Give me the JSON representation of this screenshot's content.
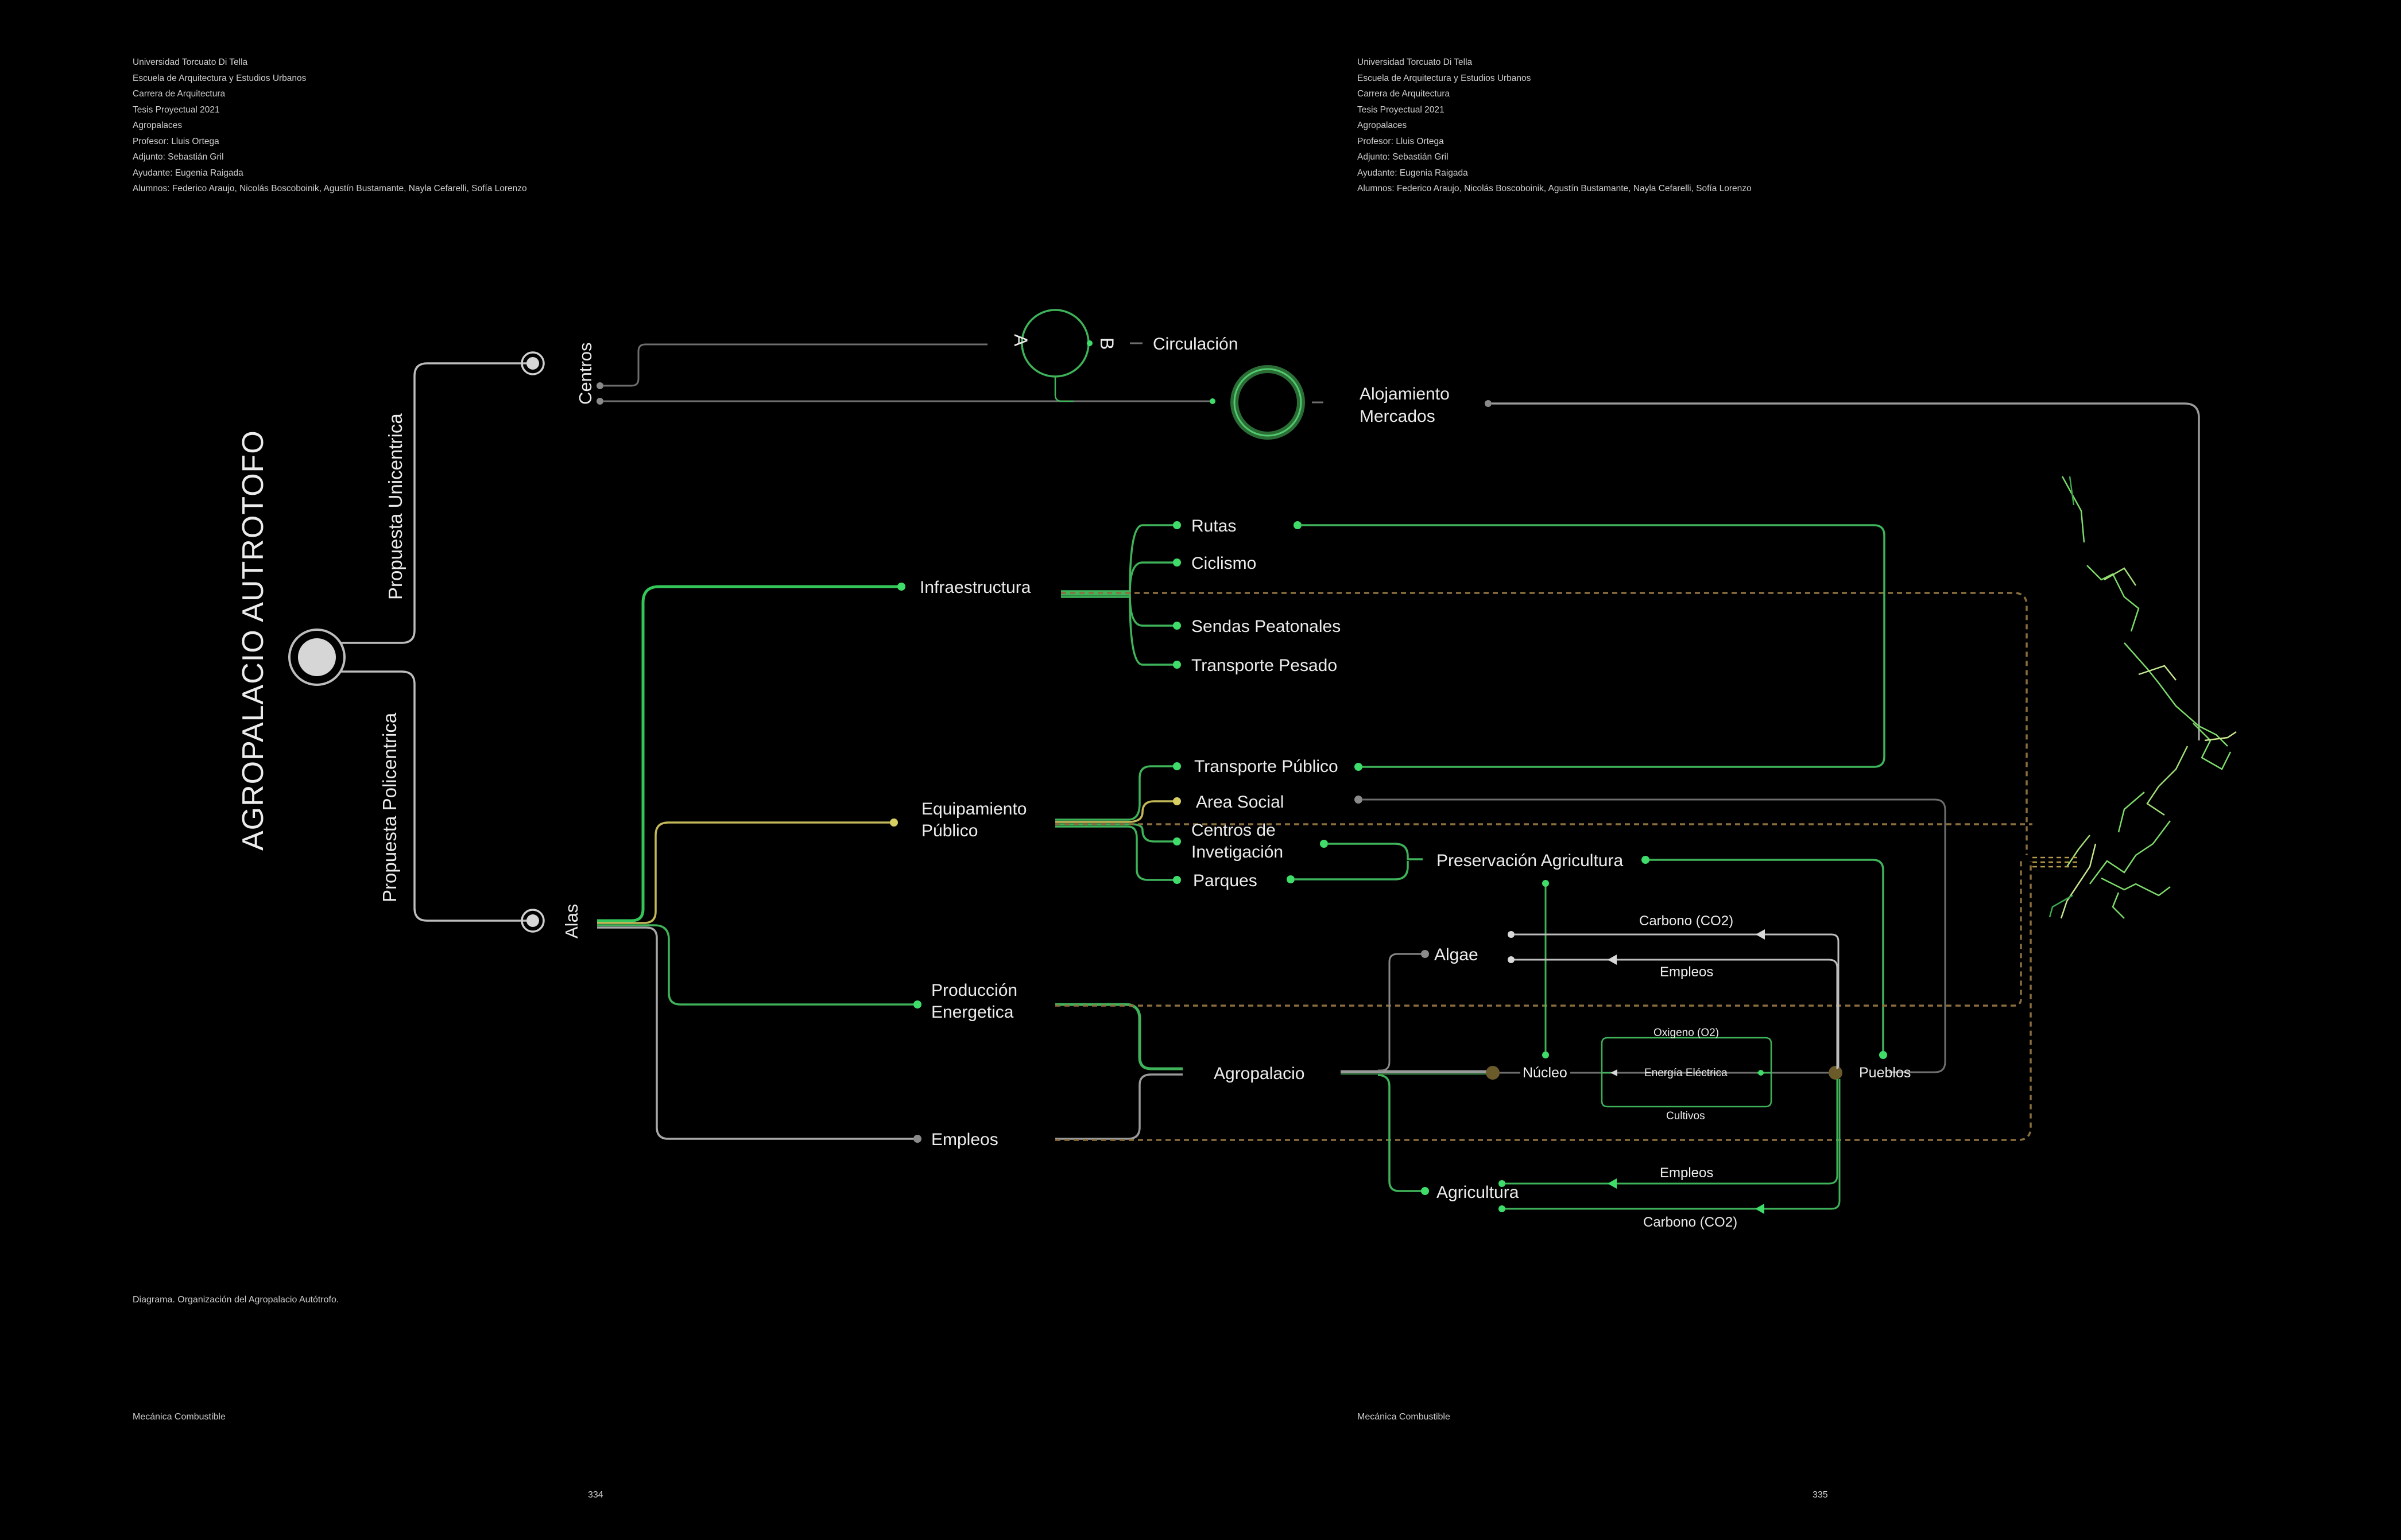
{
  "header_left": {
    "lines": [
      "Universidad Torcuato Di Tella",
      "Escuela de Arquitectura y Estudios Urbanos",
      "Carrera de Arquitectura",
      "Tesis Proyectual 2021",
      "Agropalaces",
      "Profesor: Lluis Ortega",
      "Adjunto: Sebastián Gril",
      "Ayudante: Eugenia Raigada",
      "Alumnos: Federico Araujo, Nicolás Boscoboinik, Agustín Bustamante, Nayla Cefarelli, Sofía Lorenzo"
    ]
  },
  "header_right": {
    "lines": [
      "Universidad Torcuato Di Tella",
      "Escuela de Arquitectura y Estudios Urbanos",
      "Carrera de Arquitectura",
      "Tesis Proyectual 2021",
      "Agropalaces",
      "Profesor: Lluis Ortega",
      "Adjunto: Sebastián Gril",
      "Ayudante: Eugenia Raigada",
      "Alumnos: Federico Araujo, Nicolás Boscoboinik, Agustín Bustamante, Nayla Cefarelli, Sofía Lorenzo"
    ]
  },
  "caption": "Diagrama. Organización del Agropalacio Autótrofo.",
  "footer": {
    "left_section": "Mecánica Combustible",
    "right_section": "Mecánica Combustible",
    "left_page": "334",
    "right_page": "335"
  },
  "diagram": {
    "title": "AGROPALACIO AUTROTOFO",
    "branch_upper": "Propuesta Unicentrica",
    "branch_lower": "Propuesta Policentrica",
    "centros": "Centros",
    "alas": "Alas",
    "circ_a": "A",
    "circ_b": "B",
    "circulacion": "Circulación",
    "alojamiento": "Alojamiento",
    "mercados": "Mercados",
    "infraestructura": "Infraestructura",
    "rutas": "Rutas",
    "ciclismo": "Ciclismo",
    "sendas": "Sendas Peatonales",
    "transporte_pesado": "Transporte Pesado",
    "equipamiento_1": "Equipamiento",
    "equipamiento_2": "Público",
    "transporte_publico": "Transporte Público",
    "area_social": "Area Social",
    "centros_inv_1": "Centros de",
    "centros_inv_2": "Invetigación",
    "parques": "Parques",
    "preservacion": "Preservación Agricultura",
    "produccion_1": "Producción",
    "produccion_2": "Energetica",
    "empleos": "Empleos",
    "agropalacio": "Agropalacio",
    "algae": "Algae",
    "agricultura": "Agricultura",
    "nucleo": "Núcleo",
    "pueblos": "Pueblos",
    "carbono_top": "Carbono (CO2)",
    "empleos_top": "Empleos",
    "oxigeno": "Oxigeno (O2)",
    "energia": "Energía Eléctrica",
    "cultivos": "Cultivos",
    "empleos_bottom": "Empleos",
    "carbono_bottom": "Carbono (CO2)"
  },
  "colors": {
    "background": "#000000",
    "green": "#3fb35a",
    "white_line": "#bdbdbd",
    "yellow": "#c4b95a",
    "dashed_brown": "#8a6e3e",
    "node_olive": "#6b5a2a"
  },
  "icons": [
    "root-node-icon",
    "branch-node-icon",
    "circulation-ring-icon",
    "arrow-left-icon",
    "site-plan-graphic"
  ]
}
